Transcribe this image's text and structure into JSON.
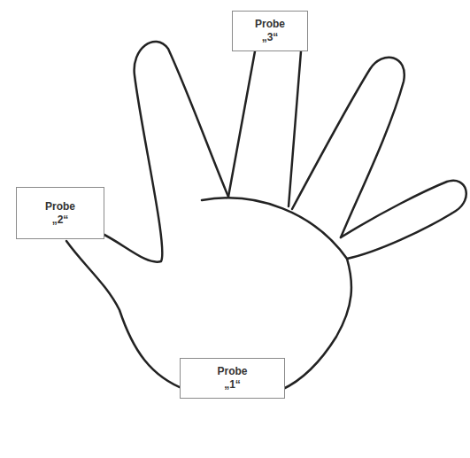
{
  "diagram": {
    "nodes": [
      {
        "text": [
          "Probe „3“"
        ]
      },
      {
        "text": [
          "Probe „2“"
        ]
      },
      {
        "text": [
          "Probe „1“"
        ]
      }
    ]
  }
}
